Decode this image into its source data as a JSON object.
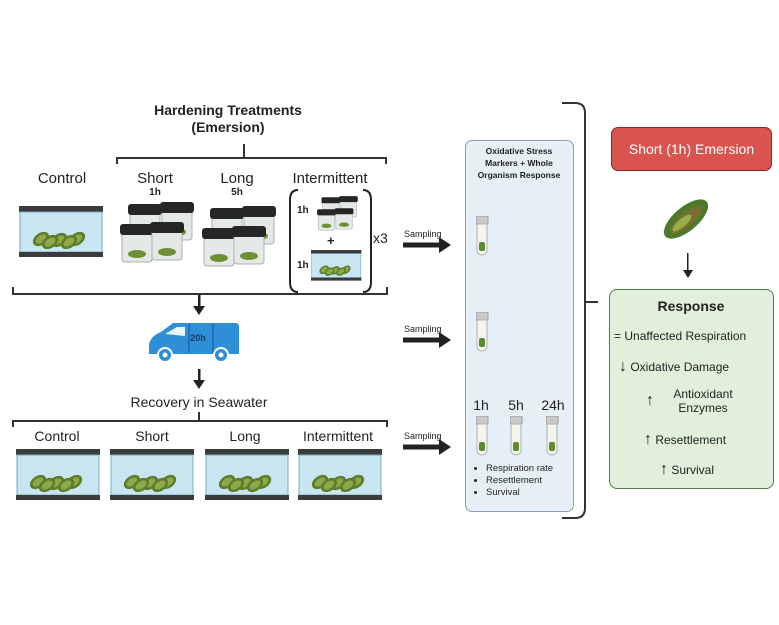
{
  "hardening": {
    "title_line1": "Hardening Treatments",
    "title_line2": "(Emersion)",
    "control_label": "Control",
    "short_label": "Short",
    "short_duration": "1h",
    "long_label": "Long",
    "long_duration": "5h",
    "intermittent_label": "Intermittent",
    "intermittent_jar_duration": "1h",
    "intermittent_plus": "+",
    "intermittent_tank_duration": "1h",
    "repeat": "x3"
  },
  "transport": {
    "duration": "20h"
  },
  "recovery": {
    "title": "Recovery in Seawater",
    "groups": [
      "Control",
      "Short",
      "Long",
      "Intermittent"
    ]
  },
  "sampling": {
    "label": "Sampling"
  },
  "markers_panel": {
    "title_line1": "Oxidative Stress",
    "title_line2": "Markers + Whole",
    "title_line3": "Organism Response",
    "timepoints": [
      "1h",
      "5h",
      "24h"
    ],
    "measures": [
      "Respiration rate",
      "Resettlement",
      "Survival"
    ]
  },
  "result": {
    "treatment_badge": "Short (1h) Emersion",
    "response_title": "Response",
    "responses": [
      {
        "symbol": "=",
        "text": "Unaffected Respiration"
      },
      {
        "symbol": "↓",
        "text": "Oxidative Damage"
      },
      {
        "symbol": "↑",
        "text": "Antioxidant Enzymes"
      },
      {
        "symbol": "↑",
        "text": "Resettlement"
      },
      {
        "symbol": "↑",
        "text": "Survival"
      }
    ]
  },
  "colors": {
    "tank_water": "#c8e6f2",
    "van_blue": "#2f8fd6",
    "markers_bg": "#e6eff8",
    "badge_red": "#d9534f",
    "response_bg": "#e1f0da",
    "response_border": "#4f7a45"
  }
}
